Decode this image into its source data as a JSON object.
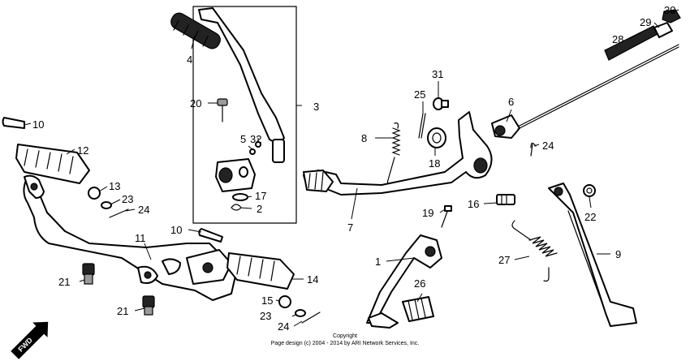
{
  "diagram": {
    "callouts": {
      "c1": "1",
      "c2": "2",
      "c3": "3",
      "c4": "4",
      "c5": "5",
      "c6": "6",
      "c7": "7",
      "c8": "8",
      "c9": "9",
      "c10a": "10",
      "c10b": "10",
      "c11": "11",
      "c12": "12",
      "c13": "13",
      "c14": "14",
      "c15": "15",
      "c16": "16",
      "c17": "17",
      "c18": "18",
      "c19": "19",
      "c20": "20",
      "c21a": "21",
      "c21b": "21",
      "c22": "22",
      "c23a": "23",
      "c23b": "23",
      "c24a": "24",
      "c24b": "24",
      "c24c": "24",
      "c25": "25",
      "c26": "26",
      "c27": "27",
      "c28": "28",
      "c29": "29",
      "c30": "30",
      "c31": "31",
      "c32": "32"
    },
    "fwd_label": "FWD",
    "copyright_line1": "Copyright",
    "copyright_line2": "Page design (c) 2004 - 2014 by ARI Network Services, Inc."
  }
}
